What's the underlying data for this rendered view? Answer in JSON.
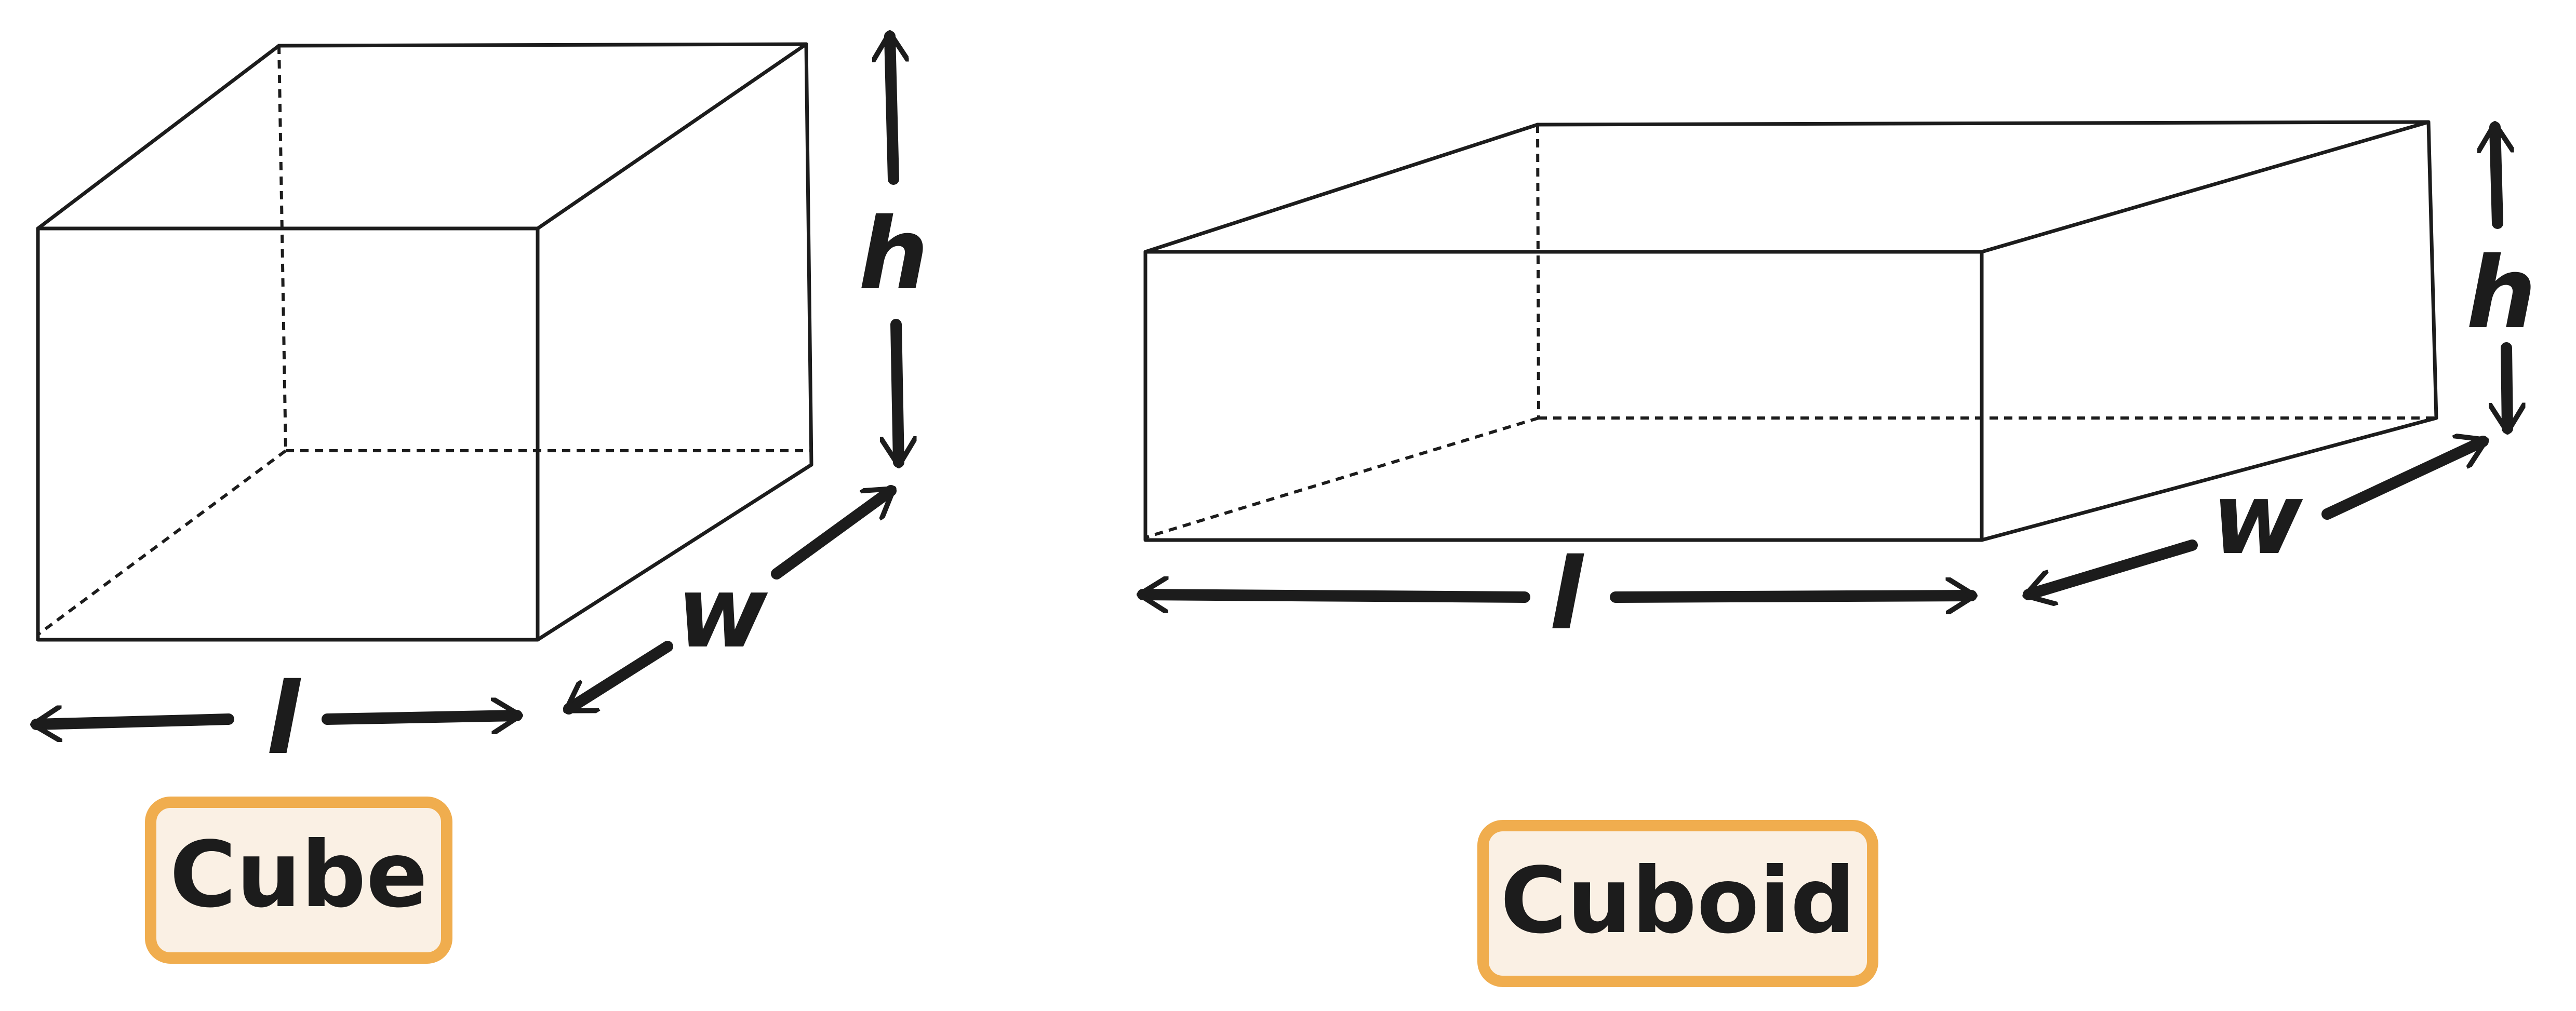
{
  "shapes": {
    "cube": {
      "label": "Cube",
      "length_symbol": "l",
      "width_symbol": "w",
      "height_symbol": "h"
    },
    "cuboid": {
      "label": "Cuboid",
      "length_symbol": "l",
      "width_symbol": "w",
      "height_symbol": "h"
    }
  },
  "colors": {
    "line": "#1c1c1c",
    "tag_border": "#f0ad4e",
    "tag_fill": "#faf0e4"
  }
}
